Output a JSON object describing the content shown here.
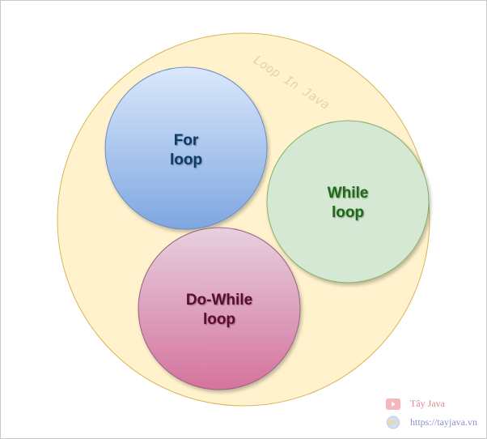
{
  "diagram": {
    "outer_caption": "Loop In Java",
    "circles": {
      "for": {
        "line1": "For",
        "line2": "loop"
      },
      "while": {
        "line1": "While",
        "line2": "loop"
      },
      "do_while": {
        "line1": "Do-While",
        "line2": "loop"
      }
    }
  },
  "watermark": {
    "channel_name": "Tây Java",
    "site_url": "https://tayjava.vn"
  },
  "colors": {
    "outer_fill": "#fff2cc",
    "outer_stroke": "#d6b656",
    "for_text": "#0a3a6b",
    "while_text": "#1f6b12",
    "do_while_text": "#5c0a2e",
    "watermark_text": "#d9888f",
    "watermark_url": "#8a8fcf"
  }
}
